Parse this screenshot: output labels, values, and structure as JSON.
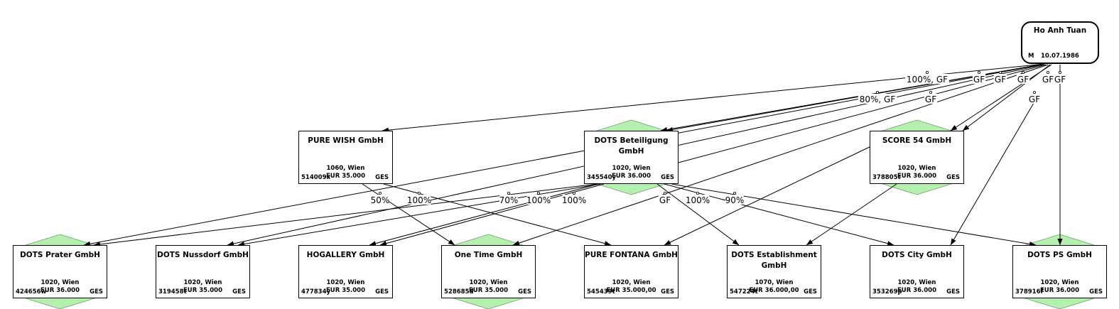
{
  "person": {
    "name": "Ho Anh Tuan",
    "gender": "M",
    "birthdate": "10.07.1986"
  },
  "colors": {
    "diamond_fill": "#b6f0b0",
    "diamond_stroke": "#6fa06a",
    "edge": "#000000"
  },
  "companies": [
    {
      "id": "pure_wish",
      "name": "PURE WISH GmbH",
      "address": "1060, Wien",
      "capital": "EUR 35.000",
      "register": "514009x",
      "type": "GES",
      "diamond": false
    },
    {
      "id": "dots_beteiligung",
      "name": "DOTS Beteiligung GmbH",
      "address": "1020, Wien",
      "capital": "EUR 36.000",
      "register": "345540y",
      "type": "GES",
      "diamond": true
    },
    {
      "id": "score54",
      "name": "SCORE 54 GmbH",
      "address": "1020, Wien",
      "capital": "EUR 36.000",
      "register": "378805t",
      "type": "GES",
      "diamond": true
    },
    {
      "id": "dots_prater",
      "name": "DOTS Prater GmbH",
      "address": "1020, Wien",
      "capital": "EUR 36.000",
      "register": "424656w",
      "type": "GES",
      "diamond": true
    },
    {
      "id": "dots_nussdorf",
      "name": "DOTS Nussdorf GmbH",
      "address": "1020, Wien",
      "capital": "EUR 35.000",
      "register": "319458t",
      "type": "GES",
      "diamond": false
    },
    {
      "id": "hogallery",
      "name": "HOGALLERY GmbH",
      "address": "1020, Wien",
      "capital": "EUR 35.000",
      "register": "477834y",
      "type": "GES",
      "diamond": false
    },
    {
      "id": "one_time",
      "name": "One Time GmbH",
      "address": "1020, Wien",
      "capital": "EUR 35.000",
      "register": "528685d",
      "type": "GES",
      "diamond": true
    },
    {
      "id": "pure_fontana",
      "name": "PURE FONTANA GmbH",
      "address": "1020, Wien",
      "capital": "EUR 35.000,00",
      "register": "545439t",
      "type": "GES",
      "diamond": false
    },
    {
      "id": "dots_establishment",
      "name": "DOTS Establishment GmbH",
      "address": "1070, Wien",
      "capital": "EUR 36.000,00",
      "register": "547224t",
      "type": "GES",
      "diamond": false
    },
    {
      "id": "dots_city",
      "name": "DOTS City GmbH",
      "address": "1020, Wien",
      "capital": "EUR 36.000",
      "register": "353269p",
      "type": "GES",
      "diamond": false
    },
    {
      "id": "dots_ps",
      "name": "DOTS PS GmbH",
      "address": "1020, Wien",
      "capital": "EUR 36.000",
      "register": "378916f",
      "type": "GES",
      "diamond": true
    }
  ],
  "edges": [
    {
      "from": "person",
      "to": "pure_wish",
      "label": "100%, GF"
    },
    {
      "from": "person",
      "to": "dots_beteiligung",
      "label": "80%, GF"
    },
    {
      "from": "person",
      "to": "dots_beteiligung",
      "label": ""
    },
    {
      "from": "person",
      "to": "dots_prater",
      "label": "GF"
    },
    {
      "from": "person",
      "to": "dots_nussdorf",
      "label": "GF"
    },
    {
      "from": "person",
      "to": "hogallery",
      "label": "GF"
    },
    {
      "from": "person",
      "to": "one_time",
      "label": "GF"
    },
    {
      "from": "person",
      "to": "score54",
      "label": "GF"
    },
    {
      "from": "person",
      "to": "score54",
      "label": ""
    },
    {
      "from": "person",
      "to": "dots_city",
      "label": "GF"
    },
    {
      "from": "person",
      "to": "dots_ps",
      "label": "GF"
    },
    {
      "from": "pure_wish",
      "to": "one_time",
      "label": "50%"
    },
    {
      "from": "pure_wish",
      "to": "pure_fontana",
      "label": "100%"
    },
    {
      "from": "dots_beteiligung",
      "to": "dots_prater",
      "label": "100%"
    },
    {
      "from": "dots_beteiligung",
      "to": "dots_nussdorf",
      "label": "70%"
    },
    {
      "from": "dots_beteiligung",
      "to": "hogallery",
      "label": "100%"
    },
    {
      "from": "dots_beteiligung",
      "to": "dots_establishment",
      "label": "100%"
    },
    {
      "from": "dots_beteiligung",
      "to": "dots_city",
      "label": "90%"
    },
    {
      "from": "dots_beteiligung",
      "to": "dots_ps",
      "label": "GF"
    },
    {
      "from": "score54",
      "to": "pure_fontana",
      "label": ""
    },
    {
      "from": "score54",
      "to": "dots_establishment",
      "label": ""
    }
  ]
}
